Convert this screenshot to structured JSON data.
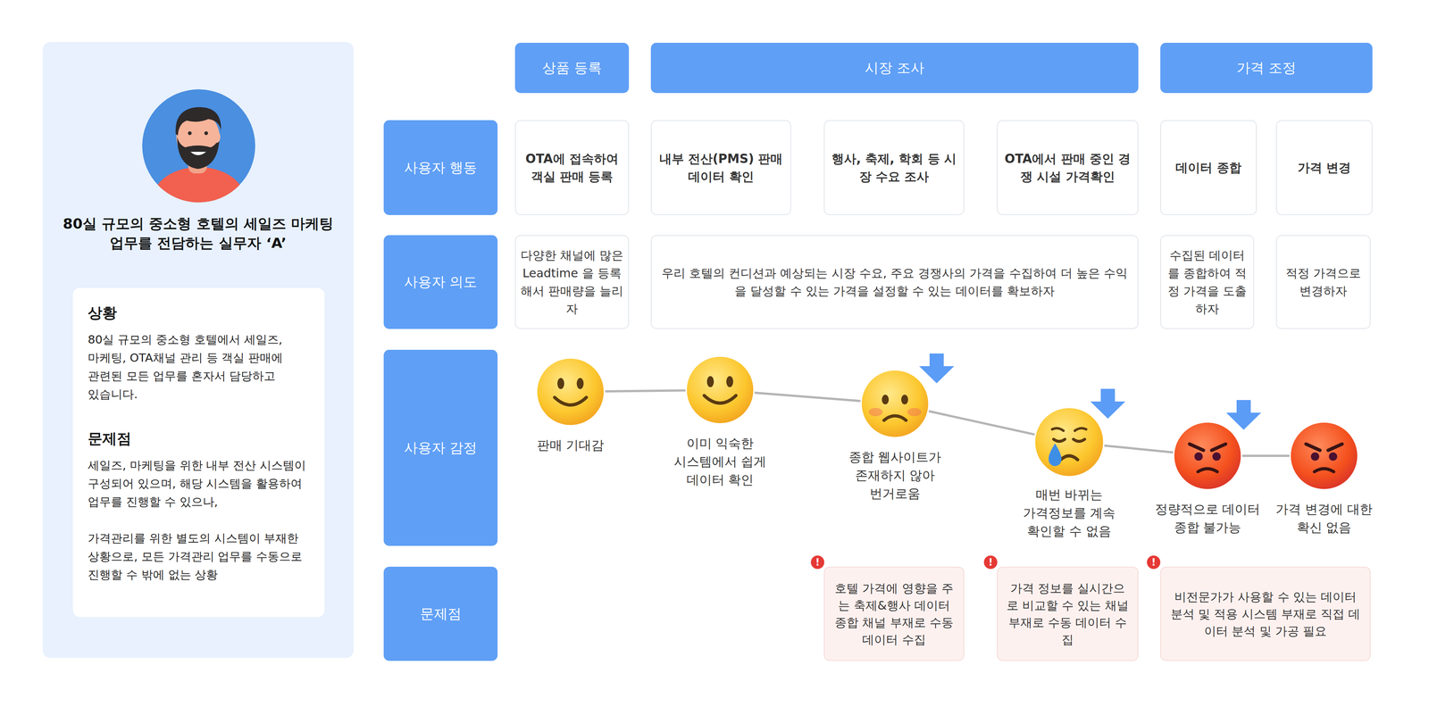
{
  "diagram": {
    "nodes": [
      {
        "text": [
          "80실 규모의 중소형 호텔의 세일즈 마케팅 업무를 전담하는 실무자 ‘A’"
        ]
      },
      {
        "text": [
          "상황",
          "80실 규모의 중소형 호텔에서 세일즈, 마케팅, OTA채널 관리 등 객실 판매에 관련된 모든 업무를 혼자서 담당하고 있습니다.",
          "문제점",
          "세일즈, 마케팅을 위한 내부 전산 시스템이 구성되어 있으며, 해당 시스템을 활용하여 업무를 진행할 수 있으나,",
          "가격관리를 위한 별도의 시스템이 부재한 상황으로, 모든 가격관리 업무를 수동으로 진행할 수 밖에 없는 상황"
        ],
        "in": 0
      },
      {
        "text": [
          "상품 등록"
        ]
      },
      {
        "text": [
          "시장 조사"
        ]
      },
      {
        "text": [
          "가격 조정"
        ]
      },
      {
        "text": [
          "사용자 행동"
        ]
      },
      {
        "text": [
          "사용자 의도"
        ]
      },
      {
        "text": [
          "사용자 감정"
        ]
      },
      {
        "text": [
          "문제점"
        ]
      },
      {
        "text": [
          "OTA에 접속하여 객실 판매 등록"
        ]
      },
      {
        "text": [
          "내부 전산(PMS) 판매 데이터 확인"
        ]
      },
      {
        "text": [
          "행사, 축제, 학회 등 시장 수요 조사"
        ]
      },
      {
        "text": [
          "OTA에서 판매 중인 경쟁 시설 가격확인"
        ]
      },
      {
        "text": [
          "데이터 종합"
        ]
      },
      {
        "text": [
          "가격 변경"
        ]
      },
      {
        "text": [
          "다양한 채널에 많은 Leadtime 을 등록해서 판매량을 늘리자"
        ]
      },
      {
        "text": [
          "우리 호텔의 컨디션과 예상되는 시장 수요, 주요 경쟁사의 가격을 수집하여 더 높은 수익을 달성할 수 있는 가격을 설정할 수 있는 데이터를 확보하자"
        ]
      },
      {
        "text": [
          "수집된 데이터를 종합하여 적정 가격을 도출하자"
        ]
      },
      {
        "text": [
          "적정 가격으로 변경하자"
        ]
      },
      {
        "text": [
          "판매 기대감"
        ]
      },
      {
        "text": [
          "이미 익숙한 시스템에서 쉽게 데이터 확인"
        ]
      },
      {
        "text": [
          "종합 웹사이트가 존재하지 않아 번거로움"
        ]
      },
      {
        "text": [
          "매번 바뀌는 가격정보를 계속 확인할 수 없음"
        ]
      },
      {
        "text": [
          "정량적으로 데이터 종합 불가능"
        ]
      },
      {
        "text": [
          "가격 변경에 대한 확신 없음"
        ]
      },
      {
        "text": [
          "호텔 가격에 영향을 주는 축제&행사 데이터 종합 채널 부재로 수동 데이터 수집"
        ]
      },
      {
        "text": [
          "가격 정보를 실시간으로 비교할 수 있는 채널 부재로 수동 데이터 수집"
        ]
      },
      {
        "text": [
          "비전문가가 사용할 수 있는 데이터 분석 및 적용 시스템 부재로 직접 데이터 분석 및 가공 필요"
        ]
      }
    ],
    "edges": [
      {
        "from": 19,
        "to": 20,
        "arrow": "none"
      },
      {
        "from": 20,
        "to": 21,
        "arrow": "none"
      },
      {
        "from": 21,
        "to": 22,
        "arrow": "none"
      },
      {
        "from": 22,
        "to": 23,
        "arrow": "none"
      },
      {
        "from": 23,
        "to": 24,
        "arrow": "none"
      }
    ],
    "labels": [
      "!",
      "!",
      "!"
    ]
  }
}
